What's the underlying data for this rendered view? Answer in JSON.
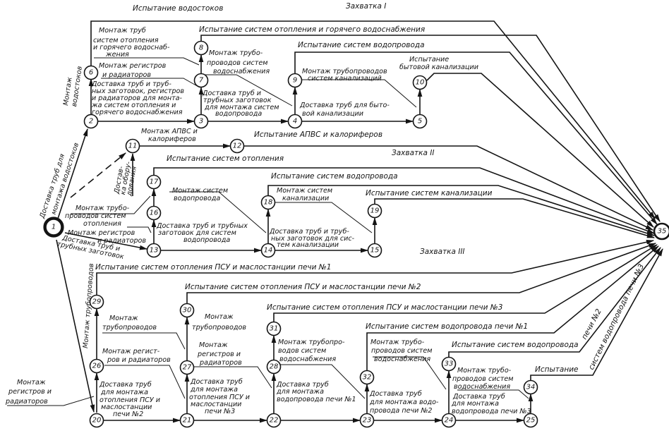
{
  "diagram": {
    "type": "network-schedule",
    "sections": {
      "s1": "Захватка I",
      "s2": "Захватка II",
      "s3": "Захватка III"
    },
    "nodes": [
      "1",
      "2",
      "3",
      "4",
      "5",
      "6",
      "7",
      "8",
      "9",
      "10",
      "11",
      "12",
      "13",
      "14",
      "15",
      "16",
      "17",
      "18",
      "19",
      "20",
      "21",
      "22",
      "23",
      "24",
      "25",
      "26",
      "27",
      "28",
      "29",
      "30",
      "31",
      "32",
      "33",
      "34",
      "35"
    ],
    "labels": {
      "downspout_test": "Испытание водостоков",
      "downspout_install": [
        "Монтаж",
        "водостоков"
      ],
      "pipes_for_downspouts": [
        "Доставка труб для",
        "монтажа водостоков"
      ],
      "heating_pipe_install": [
        "Монтаж труб",
        "систем отопления",
        "и горячего водоснаб-",
        "жения"
      ],
      "registers_install_1": [
        "Монтаж регистров",
        "и радиаторов"
      ],
      "delivery_2_3": [
        "Доставка труб и труб-",
        "ных заготовок, регистров",
        "и радиаторов для монта-",
        "жа систем отопления и",
        "горячего водоснабжения"
      ],
      "heating_test_1": "Испытание систем отопления и горячего водоснабжения",
      "water_pipe_install_1": [
        "Монтаж трубо-",
        "проводов систем",
        "водоснабжения"
      ],
      "delivery_3_4": [
        "Доставка труб и",
        "трубных заготовок",
        "для монтажа систем",
        "водопровода"
      ],
      "water_test_1": "Испытание систем водопровода",
      "sewer_pipe_install_1": [
        "Монтаж трубопроводов",
        "систем канализаций"
      ],
      "delivery_4_5": [
        "Доставка труб для быто-",
        "вой канализации"
      ],
      "sewer_test_1": [
        "Испытание",
        "бытовой канализации"
      ],
      "apvs_install": [
        "Монтаж АПВС и",
        "калориферов"
      ],
      "apvs_test": "Испытание АПВС и калориферов",
      "equipment_delivery": [
        "Достав-",
        "ка обору-",
        "дования"
      ],
      "heating_pipe_install_2": [
        "Монтаж трубо-",
        "проводов систем",
        "отопления"
      ],
      "registers_install_2": [
        "Монтаж регистров",
        "и радиаторов"
      ],
      "delivery_1_13": [
        "Доставка труб и",
        "трубных заготовок"
      ],
      "heating_test_2": "Испытание систем отопления",
      "water_install_2": [
        "Монтаж систем",
        "водопровода"
      ],
      "delivery_13_14": [
        "Доставка труб и трубных",
        "заготовок для систем",
        "водопровода"
      ],
      "water_test_2": "Испытание систем водопровода",
      "sewer_install_2": [
        "Монтаж систем",
        "канализации"
      ],
      "delivery_14_15": [
        "Доставка труб и труб-",
        "ных заготовок для сис-",
        "тем канализации"
      ],
      "sewer_test_2": "Испытание систем канализации",
      "pipeline_install_3": "Монтаж трубопроводов",
      "registers_install_3_ext": [
        "Монтаж",
        "регистров и",
        "радиаторов"
      ],
      "psu_test_1": "Испытание систем отопления ПСУ и маслостанции печи №1",
      "psu_test_2": "Испытание систем отопления ПСУ и маслостанции печи №2",
      "psu_test_3": "Испытание систем отопления ПСУ и маслостанции печи №3",
      "pipeline_install_26_29": [
        "Монтаж",
        "трубопроводов"
      ],
      "registers_20_26": [
        "Монтаж регист-",
        "ров и радиаторов"
      ],
      "delivery_20_21": [
        "Доставка труб",
        "для монтажа",
        "отопления ПСУ и",
        "маслостанции",
        "печи №2"
      ],
      "pipeline_install_27_30": [
        "Монтаж",
        "трубопроводов"
      ],
      "registers_21_27": [
        "Монтаж",
        "регистров и",
        "радиаторов"
      ],
      "delivery_21_22": [
        "Доставка труб",
        "для монтажа",
        "отопления ПСУ и",
        "маслостанции",
        "печи №3"
      ],
      "water_install_28_31": [
        "Монтаж трубопро-",
        "водов систем",
        "водоснабжения"
      ],
      "delivery_22_23": [
        "Доставка труб",
        "для монтажа",
        "водопровода печи №1"
      ],
      "water_test_3_1": "Испытание систем водопровода печи №1",
      "water_install_23_32": [
        "Монтаж трубо-",
        "проводов систем",
        "водоснабжения"
      ],
      "delivery_23_24": [
        "Доставка труб",
        "для монтажа водо-",
        "провода     печи №2"
      ],
      "water_test_3_2a": "Испытание систем водопровода",
      "water_test_3_2b": "печи №2",
      "water_install_24_33": [
        "Монтаж трубо-",
        "проводов систем",
        "водоснабжения"
      ],
      "delivery_24_25": [
        "Доставка труб",
        "для монтажа",
        "водопровода печи №3"
      ],
      "water_test_3_3a": "Испытание",
      "water_test_3_3b": "систем водопровода печи №3"
    }
  }
}
